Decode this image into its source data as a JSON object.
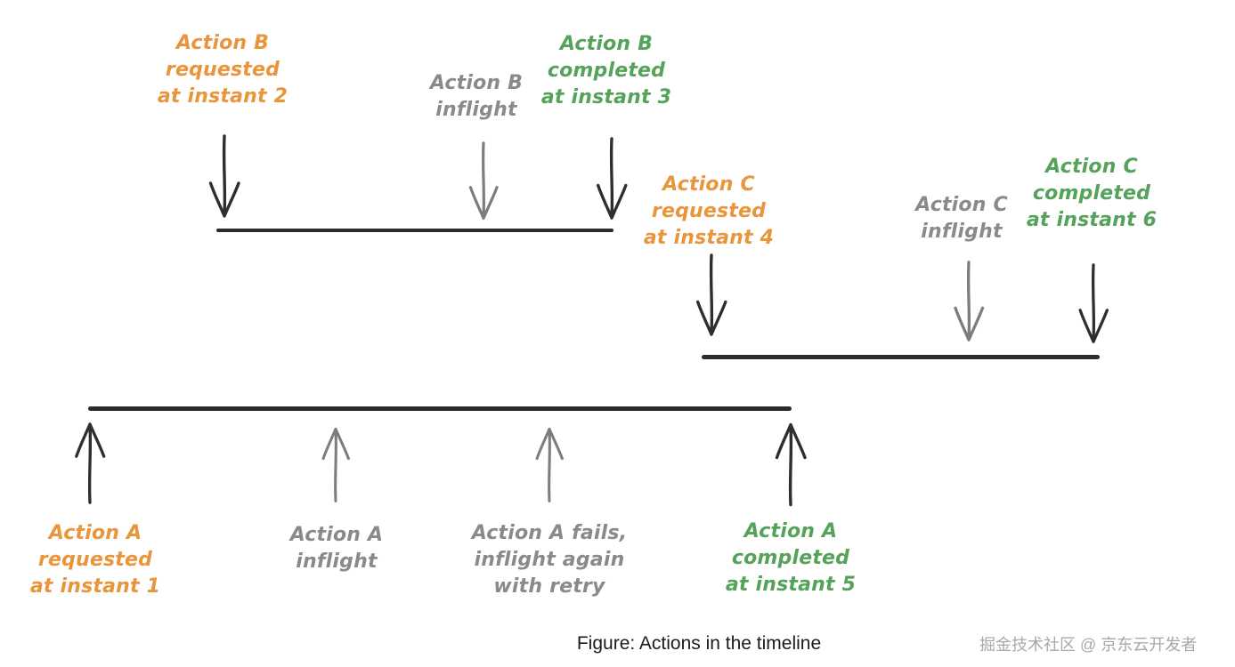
{
  "colors": {
    "orange": "#e8953c",
    "gray": "#8a8a8a",
    "green": "#55a35a",
    "line": "#2b2b2b",
    "arrow-dark": "#2e2e2e",
    "arrow-gray": "#7d7d7d",
    "caption": "#1b1b1b",
    "watermark": "#aba8a4"
  },
  "timeline_b": {
    "requested": "Action B\nrequested\nat instant 2",
    "inflight": "Action B\ninflight",
    "completed": "Action B\ncompleted\nat instant 3"
  },
  "timeline_c": {
    "requested": "Action C\nrequested\nat instant 4",
    "inflight": "Action C\ninflight",
    "completed": "Action C\ncompleted\nat instant 6"
  },
  "timeline_a": {
    "requested": "Action A\nrequested\nat instant 1",
    "inflight": "Action A\ninflight",
    "retry": "Action A fails,\ninflight again\nwith retry",
    "completed": "Action A\ncompleted\nat instant 5"
  },
  "caption": {
    "text": "Figure: Actions in the timeline"
  },
  "watermark": {
    "text": "掘金技术社区 @ 京东云开发者"
  }
}
